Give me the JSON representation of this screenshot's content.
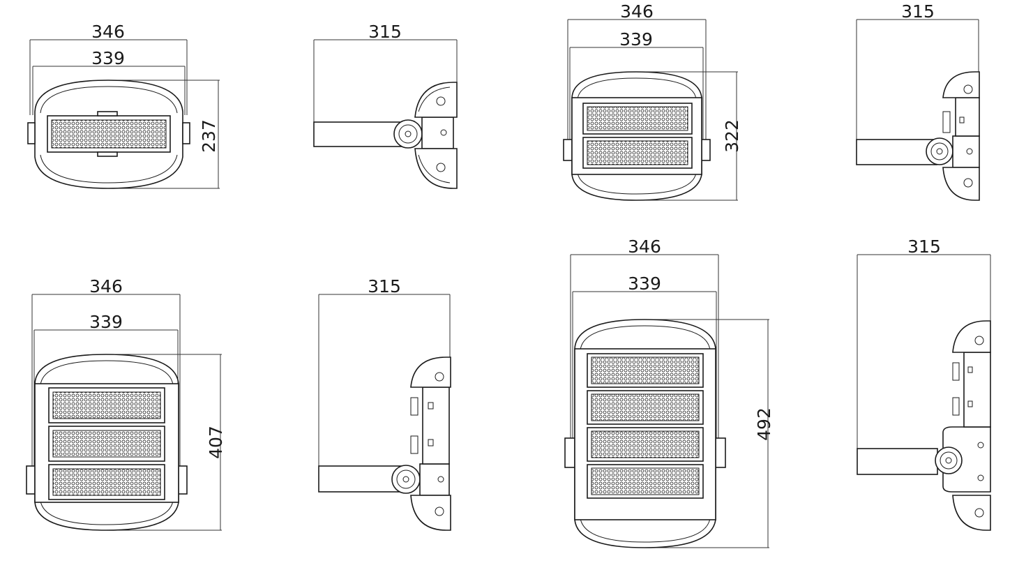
{
  "views": [
    {
      "id": "front-1",
      "modules": 1,
      "dims": {
        "width_outer": "346",
        "width_inner": "339",
        "height": "237"
      }
    },
    {
      "id": "side-1",
      "dims": {
        "depth": "315"
      }
    },
    {
      "id": "front-2",
      "modules": 2,
      "dims": {
        "width_outer": "346",
        "width_inner": "339",
        "height": "322"
      }
    },
    {
      "id": "side-2",
      "dims": {
        "depth": "315"
      }
    },
    {
      "id": "front-3",
      "modules": 3,
      "dims": {
        "width_outer": "346",
        "width_inner": "339",
        "height": "407"
      }
    },
    {
      "id": "side-3",
      "dims": {
        "depth": "315"
      }
    },
    {
      "id": "front-4",
      "modules": 4,
      "dims": {
        "width_outer": "346",
        "width_inner": "339",
        "height": "492"
      }
    },
    {
      "id": "side-4",
      "dims": {
        "depth": "315"
      }
    }
  ],
  "colors": {
    "line": "#1a1a1a",
    "background": "#ffffff"
  }
}
